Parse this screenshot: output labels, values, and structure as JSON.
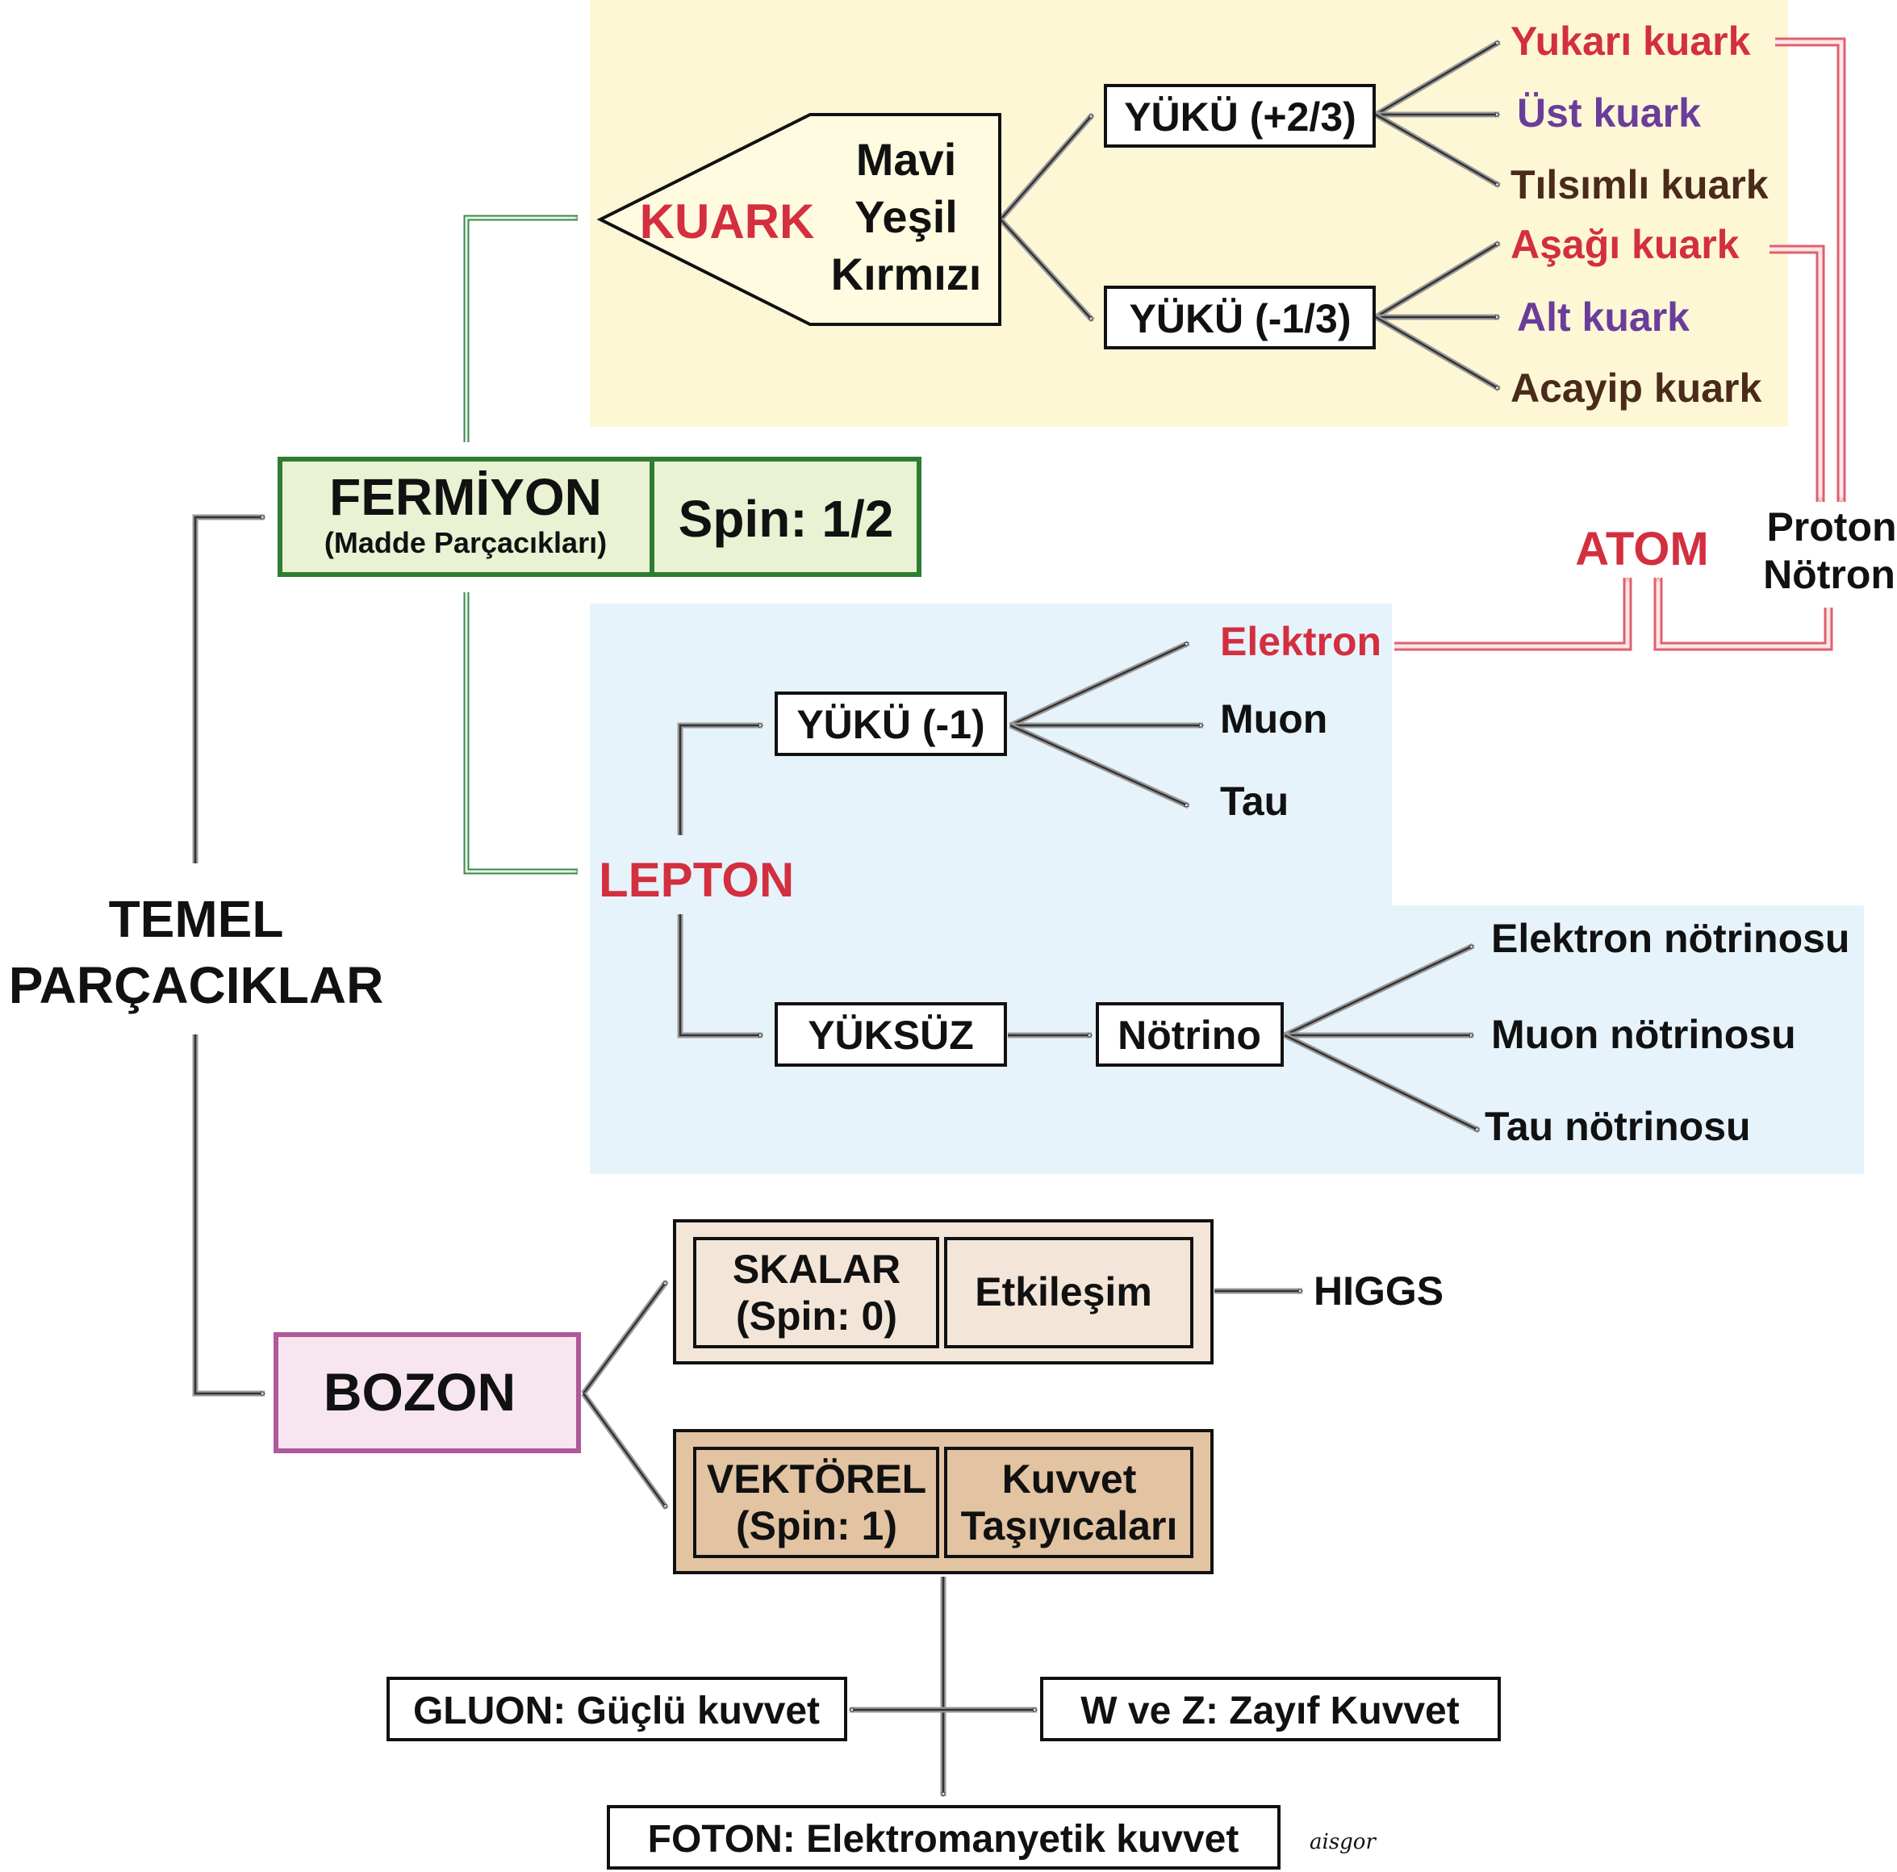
{
  "root": {
    "line1": "TEMEL",
    "line2": "PARÇACIKLAR"
  },
  "fermion": {
    "title": "FERMİYON",
    "subtitle": "(Madde Parçacıkları)",
    "spin": "Spin: 1/2"
  },
  "quark": {
    "label": "KUARK",
    "colors": [
      "Mavi",
      "Yeşil",
      "Kırmızı"
    ],
    "charge_up": "YÜKÜ (+2/3)",
    "charge_down": "YÜKÜ (-1/3)",
    "up_items": [
      {
        "name": "Yukarı kuark",
        "color": "#d32f3f"
      },
      {
        "name": "Üst kuark",
        "color": "#6a3d9a"
      },
      {
        "name": "Tılsımlı kuark",
        "color": "#4a2a1a"
      }
    ],
    "down_items": [
      {
        "name": "Aşağı kuark",
        "color": "#d32f3f"
      },
      {
        "name": "Alt kuark",
        "color": "#6a3d9a"
      },
      {
        "name": "Acayip kuark",
        "color": "#4a2a1a"
      }
    ]
  },
  "atom": {
    "label": "ATOM",
    "proton": "Proton",
    "neutron": "Nötron"
  },
  "lepton": {
    "label": "LEPTON",
    "charged": "YÜKÜ (-1)",
    "charged_items": [
      {
        "name": "Elektron",
        "color": "#d32f3f"
      },
      {
        "name": "Muon",
        "color": "#111111"
      },
      {
        "name": "Tau",
        "color": "#111111"
      }
    ],
    "neutral": "YÜKSÜZ",
    "neutrino": "Nötrino",
    "neutrino_items": [
      "Elektron nötrinosu",
      "Muon nötrinosu",
      "Tau nötrinosu"
    ]
  },
  "boson": {
    "label": "BOZON",
    "scalar": {
      "line1": "SKALAR",
      "line2": "(Spin: 0)",
      "role": "Etkileşim",
      "result": "HIGGS"
    },
    "vector": {
      "line1": "VEKTÖREL",
      "line2": "(Spin: 1)",
      "role1": "Kuvvet",
      "role2": "Taşıyıcaları"
    },
    "gluon": "GLUON: Güçlü kuvvet",
    "wz": "W ve Z: Zayıf Kuvvet",
    "photon": "FOTON: Elektromanyetik kuvvet"
  },
  "signature": "aisgor",
  "colors": {
    "red": "#d32f3f",
    "purple": "#6a3d9a",
    "brown": "#4a2a1a",
    "quark_bg": "#fdf7d6",
    "lepton_bg": "#e6f3fb",
    "fermion_bg": "#e9f2d2",
    "fermion_border": "#2e7d32",
    "boson_bg": "#f7e6f0",
    "boson_border": "#b0589a",
    "scalar_bg": "#f3e6d8",
    "vector_bg": "#e2c3a2"
  }
}
